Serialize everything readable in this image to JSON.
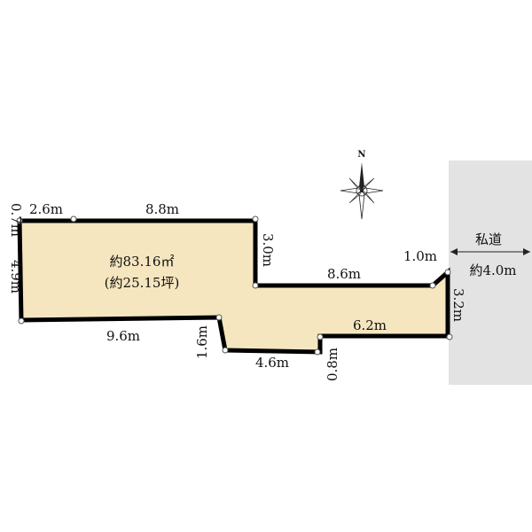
{
  "lot": {
    "area_m2": "約83.16㎡",
    "area_tsubo": "(約25.15坪)"
  },
  "road": {
    "name": "私道",
    "width": "約4.0m"
  },
  "compass": {
    "north_label": "N"
  },
  "dimensions": {
    "top_left_short": "2.6m",
    "top_long": "8.8m",
    "left_top": "0.7m",
    "left_main": "4.9m",
    "step_down": "3.0m",
    "middle_top": "8.6m",
    "diagonal": "1.0m",
    "right_side": "3.2m",
    "bottom_right": "6.2m",
    "bottom_small": "0.8m",
    "bottom_middle": "4.6m",
    "bottom_step": "1.6m",
    "bottom_left": "9.6m"
  },
  "colors": {
    "lot_fill": "#f5e6bf",
    "road_fill": "#e3e3e3",
    "boundary": "#000000"
  }
}
